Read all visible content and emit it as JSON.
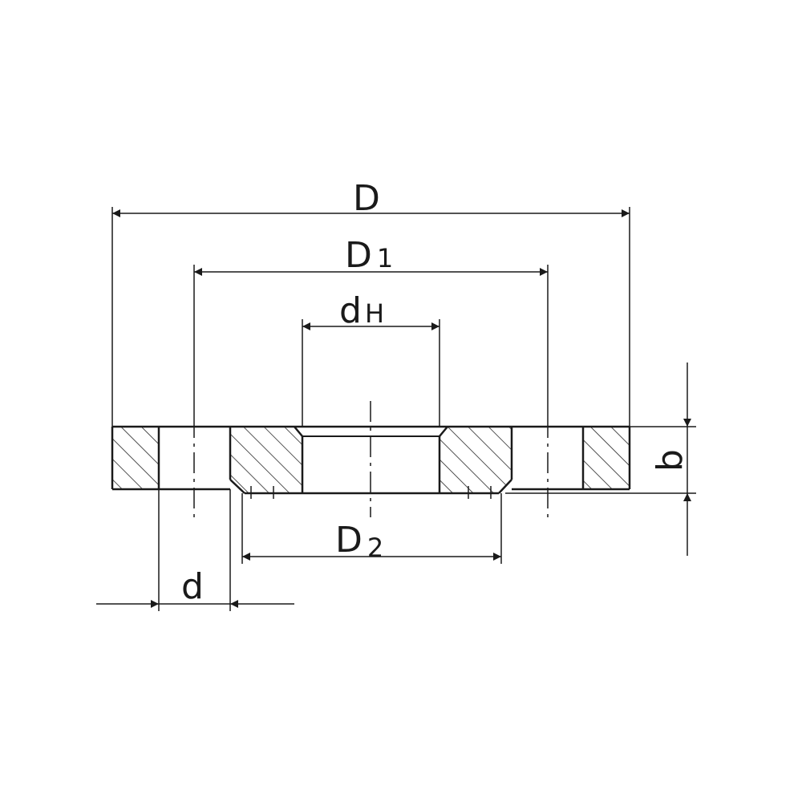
{
  "dimensions": {
    "outer_diameter": {
      "symbol": "D"
    },
    "bolt_circle": {
      "symbol": "D",
      "subscript": "1"
    },
    "bore": {
      "symbol": "d",
      "subscript": "H"
    },
    "raised_face": {
      "symbol": "D",
      "subscript": "2"
    },
    "bolt_hole": {
      "symbol": "d"
    },
    "thickness": {
      "symbol": "b"
    }
  },
  "colors": {
    "line": "#1a1a1a",
    "background": "#ffffff"
  }
}
